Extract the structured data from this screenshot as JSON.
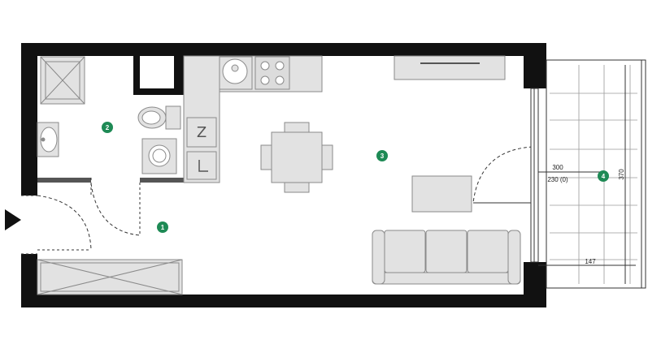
{
  "colors": {
    "wall": "#111111",
    "fixture_fill": "#e2e2e2",
    "fixture_stroke": "#8a8a8a",
    "room_marker": "#1e8a55",
    "line": "#333333"
  },
  "rooms": [
    {
      "number": "1"
    },
    {
      "number": "2"
    },
    {
      "number": "3"
    },
    {
      "number": "4"
    }
  ],
  "balcony": {
    "dim_width_top": "300",
    "dim_width_sub": "230 (0)",
    "dim_height": "370",
    "dim_bottom": "147"
  },
  "entrance": {
    "icon": "entrance-arrow-icon"
  },
  "fixture_icons": {
    "washer": "washer-icon",
    "fridge": "fridge-icon",
    "oven": "oven-icon"
  }
}
